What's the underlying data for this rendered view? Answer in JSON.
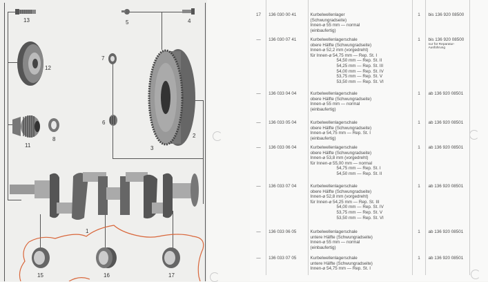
{
  "diagram": {
    "labels": [
      {
        "id": "13",
        "text": "13"
      },
      {
        "id": "5",
        "text": "5"
      },
      {
        "id": "4",
        "text": "4"
      },
      {
        "id": "12",
        "text": "12"
      },
      {
        "id": "7",
        "text": "7"
      },
      {
        "id": "6",
        "text": "6"
      },
      {
        "id": "11",
        "text": "11"
      },
      {
        "id": "8",
        "text": "8"
      },
      {
        "id": "2",
        "text": "2"
      },
      {
        "id": "3",
        "text": "3"
      },
      {
        "id": "1",
        "text": "1"
      },
      {
        "id": "15",
        "text": "15"
      },
      {
        "id": "16",
        "text": "16"
      },
      {
        "id": "17",
        "text": "17"
      }
    ],
    "annotation_color": "#d9663a"
  },
  "table": {
    "rows": [
      {
        "pos": "17",
        "number": "136 030 00 41",
        "desc": [
          "Kurbelwellenlager",
          "(Schwungradseite)",
          "Innen-⌀ 55 mm — normal",
          "(einbaufertig)"
        ],
        "qty": "1",
        "remark": "bis 136 920 08500",
        "remark_note": ""
      },
      {
        "pos": "—",
        "number": "136 030 07 41",
        "desc": [
          "Kurbelwellenlagerschale",
          "obere Hälfte (Schwungradseite)",
          "Innen-⌀ 52,2 mm (vorgedreht)",
          "für Innen-⌀ 54,75 mm — Rep. St. I"
        ],
        "desc_indented": [
          "54,50 mm — Rep. St. II",
          "54,25 mm — Rep. St. III",
          "54,00 mm — Rep. St. IV",
          "53,75 mm — Rep. St. V",
          "53,50 mm — Rep. St. VI"
        ],
        "qty": "1",
        "remark": "bis 136 920 08500",
        "remark_note": "nur für Reparatur-Ausführung"
      },
      {
        "pos": "—",
        "number": "136 033 04 04",
        "desc": [
          "Kurbelwellenlagerschale",
          "obere Hälfte (Schwungradseite)",
          "Innen-⌀ 55 mm — normal",
          "(einbaufertig)"
        ],
        "qty": "1",
        "remark": "ab 136 920 08501",
        "remark_note": ""
      },
      {
        "pos": "—",
        "number": "136 033 05 04",
        "desc": [
          "Kurbelwellenlagerschale",
          "obere Hälfte (Schwungradseite)",
          "Innen-⌀ 54,75 mm — Rep. St. I",
          "(einbaufertig)"
        ],
        "qty": "1",
        "remark": "ab 136 920 08501",
        "remark_note": ""
      },
      {
        "pos": "—",
        "number": "136 033 06 04",
        "desc": [
          "Kurbelwellenlagerschale",
          "obere Hälfte (Schwungradseite)",
          "Innen-⌀ 53,8 mm (vorgedreht)",
          "für Innen-⌀ 55,00 mm — normal"
        ],
        "desc_indented": [
          "54,75 mm — Rep. St. I",
          "54,50 mm — Rep. St. II"
        ],
        "qty": "1",
        "remark": "ab 136 920 08501",
        "remark_note": ""
      },
      {
        "pos": "—",
        "number": "136 033 07 04",
        "desc": [
          "Kurbelwellenlagerschale",
          "obere Hälfte (Schwungradseite)",
          "Innen-⌀ 52,8 mm (vorgedreht)",
          "für Innen-⌀ 54,25 mm — Rep. St. III"
        ],
        "desc_indented": [
          "54,00 mm — Rep. St. IV",
          "53,75 mm — Rep. St. V",
          "53,50 mm — Rep. St. VI"
        ],
        "qty": "1",
        "remark": "ab 136 920 08501",
        "remark_note": ""
      },
      {
        "pos": "—",
        "number": "136 033 06 05",
        "desc": [
          "Kurbelwellenlagerschale",
          "untere Hälfte (Schwungradseite)",
          "Innen-⌀ 55 mm — normal",
          "(einbaufertig)"
        ],
        "qty": "1",
        "remark": "ab 136 920 08501",
        "remark_note": ""
      },
      {
        "pos": "—",
        "number": "136 033 07 05",
        "desc": [
          "Kurbelwellenlagerschale",
          "untere Hälfte (Schwungradseite)",
          "Innen-⌀ 54,75 mm — Rep. St. I"
        ],
        "qty": "1",
        "remark": "ab 136 920 08501",
        "remark_note": ""
      }
    ]
  }
}
